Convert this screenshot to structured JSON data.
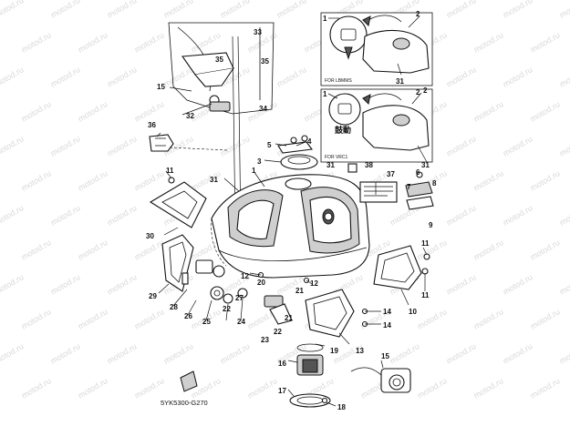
{
  "watermark": "motod.ru",
  "inset_top": {
    "caption": "FOR LBMMS",
    "callouts": [
      "1",
      "2",
      "31"
    ]
  },
  "inset_bottom": {
    "caption": "FOR VRC1",
    "kanji": "鼓動",
    "callouts": [
      "1",
      "2",
      "31"
    ]
  },
  "diagram_code": "5YK5300-G270",
  "callouts": [
    "1",
    "2",
    "3",
    "4",
    "5",
    "6",
    "7",
    "8",
    "9",
    "10",
    "11",
    "11",
    "11",
    "12",
    "12",
    "13",
    "14",
    "14",
    "15",
    "15",
    "16",
    "17",
    "18",
    "19",
    "20",
    "21",
    "21",
    "22",
    "22",
    "23",
    "24",
    "25",
    "26",
    "27",
    "28",
    "29",
    "30",
    "31",
    "31",
    "32",
    "33",
    "34",
    "35",
    "35",
    "36",
    "37",
    "38"
  ]
}
